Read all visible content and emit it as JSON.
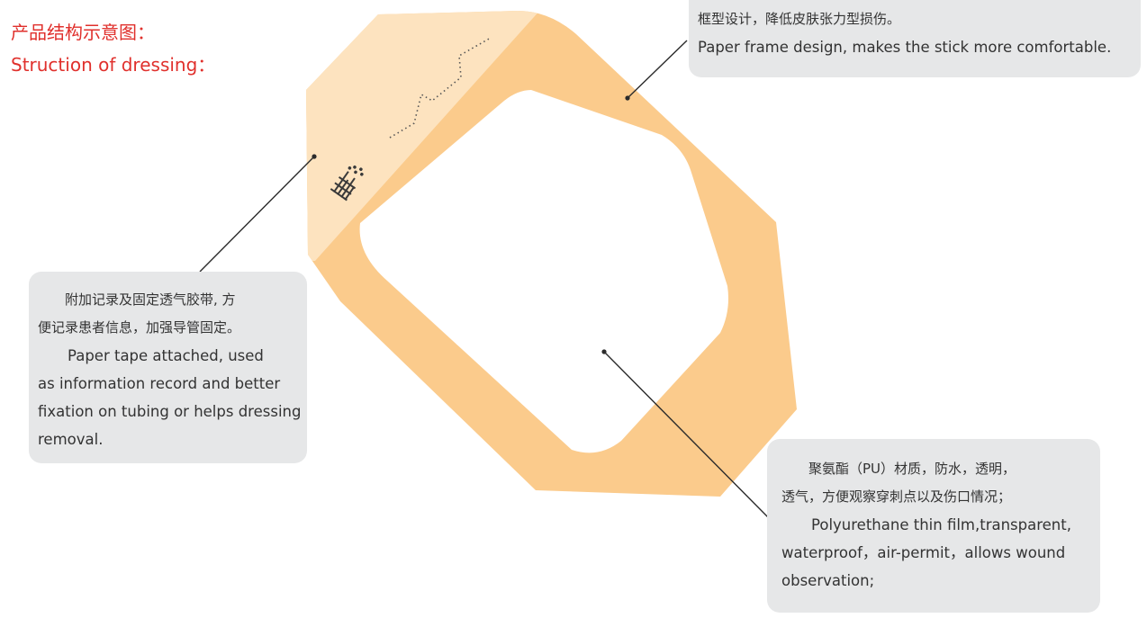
{
  "title": {
    "zh": "产品结构示意图：",
    "en": "Struction of dressing："
  },
  "callouts": {
    "frame": {
      "zh": "框型设计，降低皮肤张力型损伤。",
      "en": "Paper frame design, makes the stick more comfortable."
    },
    "tape": {
      "zh_line1": "附加记录及固定透气胶带, 方",
      "zh_line2": "便记录患者信息，加强导管固定。",
      "en_line1": "Paper tape attached, used",
      "en_line2": "as information record and better",
      "en_line3": "fixation on tubing or helps dressing",
      "en_line4": "removal."
    },
    "film": {
      "zh_line1": "聚氨酯（PU）材质，防水，透明，",
      "zh_line2": "透气，方便观察穿刺点以及伤口情况；",
      "en_line1": "Polyurethane thin film,transparent,",
      "en_line2": "waterproof，air-permit，allows wound",
      "en_line3": "observation;"
    }
  },
  "colors": {
    "title": "#e0302c",
    "frame": "#fbcb8c",
    "tape": "#fde3bf",
    "callout_bg": "#e6e7e8",
    "leader": "#2b2b2b"
  }
}
